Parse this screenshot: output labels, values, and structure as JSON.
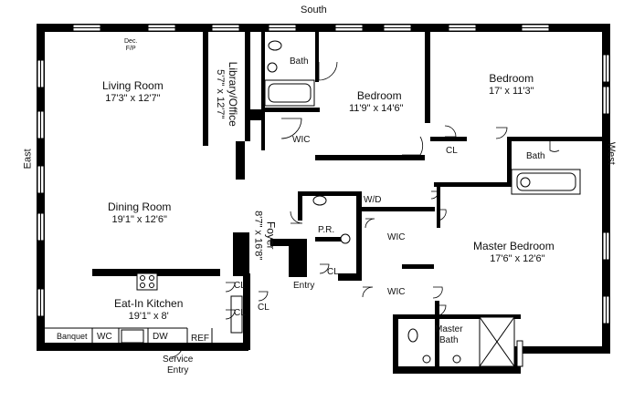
{
  "compass": {
    "north_edge": "South",
    "west_edge": "East",
    "east_edge": "West"
  },
  "rooms": {
    "living_room": {
      "name": "Living Room",
      "dims": "17'3\" x 12'7\""
    },
    "library": {
      "name": "Library/Office",
      "dims": "5'7\" x 12'7\""
    },
    "bath_1": {
      "name": "Bath"
    },
    "bedroom_1": {
      "name": "Bedroom",
      "dims": "11'9\" x 14'6\""
    },
    "bedroom_2": {
      "name": "Bedroom",
      "dims": "17' x 11'3\""
    },
    "wic_1": {
      "name": "WIC"
    },
    "cl_1": {
      "name": "CL"
    },
    "bath_2": {
      "name": "Bath"
    },
    "dining_room": {
      "name": "Dining Room",
      "dims": "19'1\" x 12'6\""
    },
    "foyer": {
      "name": "Foyer",
      "dims": "8'7\" x 16'8\""
    },
    "wd": {
      "name": "W/D"
    },
    "pr": {
      "name": "P.R."
    },
    "wic_2": {
      "name": "WIC"
    },
    "cl_2": {
      "name": "CL"
    },
    "master_bedroom": {
      "name": "Master Bedroom",
      "dims": "17'6\" x 12'6\""
    },
    "wic_3": {
      "name": "WIC"
    },
    "master_bath": {
      "name": "Master",
      "name2": "Bath"
    },
    "entry": {
      "name": "Entry"
    },
    "cl_3": {
      "name": "CL"
    },
    "cl_4": {
      "name": "CL"
    },
    "cl_5": {
      "name": "CL"
    },
    "kitchen": {
      "name": "Eat-In Kitchen",
      "dims": "19'1\" x 8'"
    },
    "banquet": {
      "name": "Banquet"
    },
    "wc": {
      "name": "WC"
    },
    "dw": {
      "name": "DW"
    },
    "ref": {
      "name": "REF"
    },
    "service_entry": {
      "name": "Service",
      "name2": "Entry"
    }
  },
  "fireplace": {
    "line1": "Dec.",
    "line2": "F/P"
  }
}
